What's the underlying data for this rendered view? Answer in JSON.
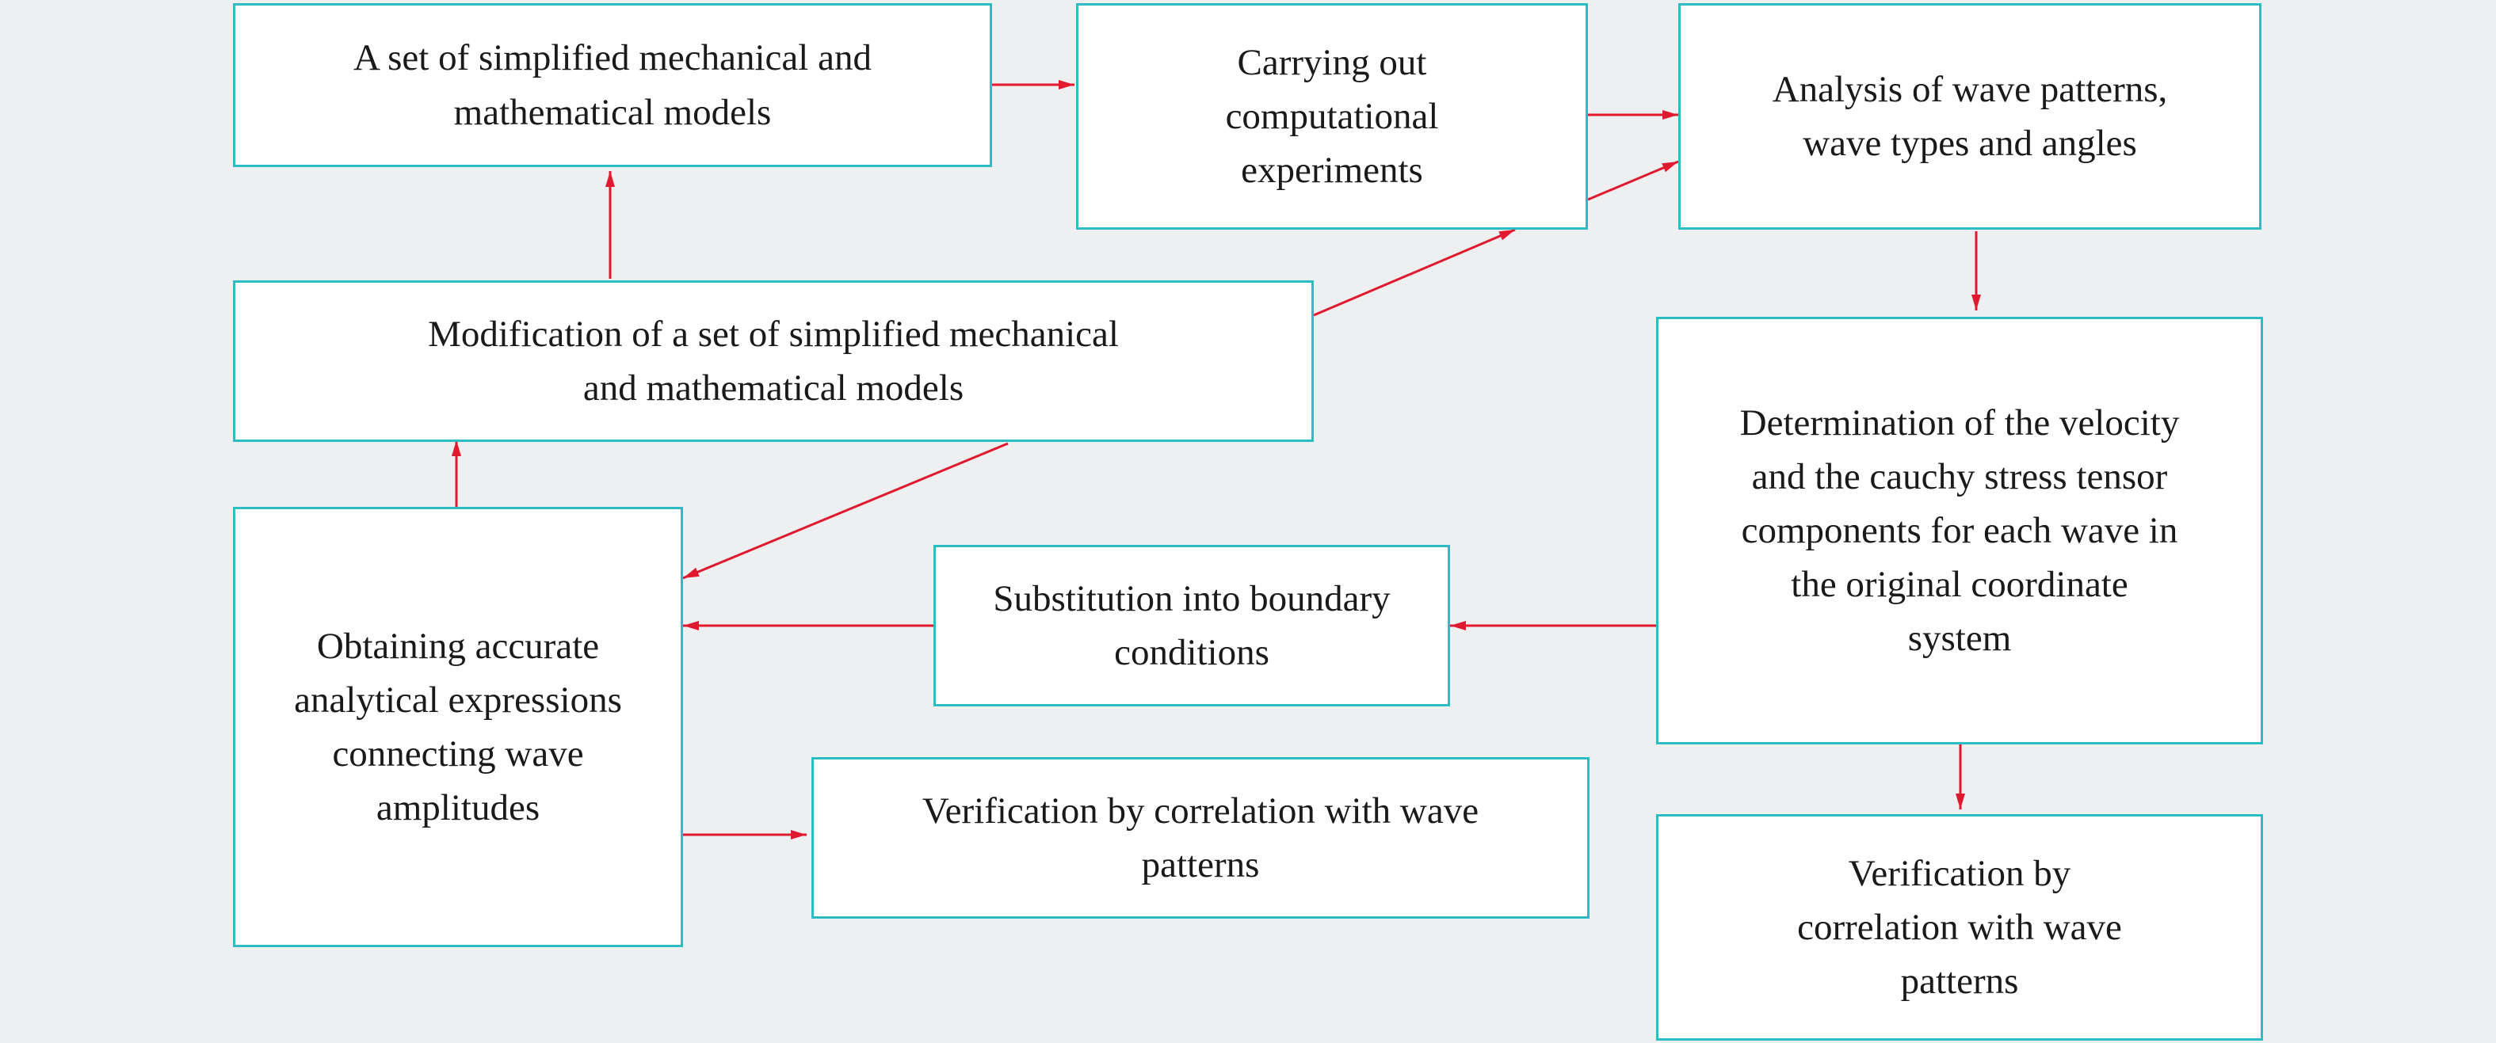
{
  "colors": {
    "node_border": "#2dbcc4",
    "arrow": "#e0192e",
    "background": "#eeeff0"
  },
  "nodes": {
    "simplified_models": "A set of simplified mechanical and mathematical models",
    "computational_experiments": "Carrying out computational experiments",
    "wave_analysis": "Analysis of wave patterns, wave types and angles",
    "modification": "Modification of a set of simplified mechanical and mathematical models",
    "determination": "Determination of the velocity and the cauchy stress tensor components for each wave in the original coordinate system",
    "obtaining_expressions": "Obtaining accurate analytical expressions connecting wave amplitudes",
    "substitution": "Substitution into boundary conditions",
    "verification_left": "Verification by correlation with wave patterns",
    "verification_right": "Verification by correlation with wave patterns"
  }
}
